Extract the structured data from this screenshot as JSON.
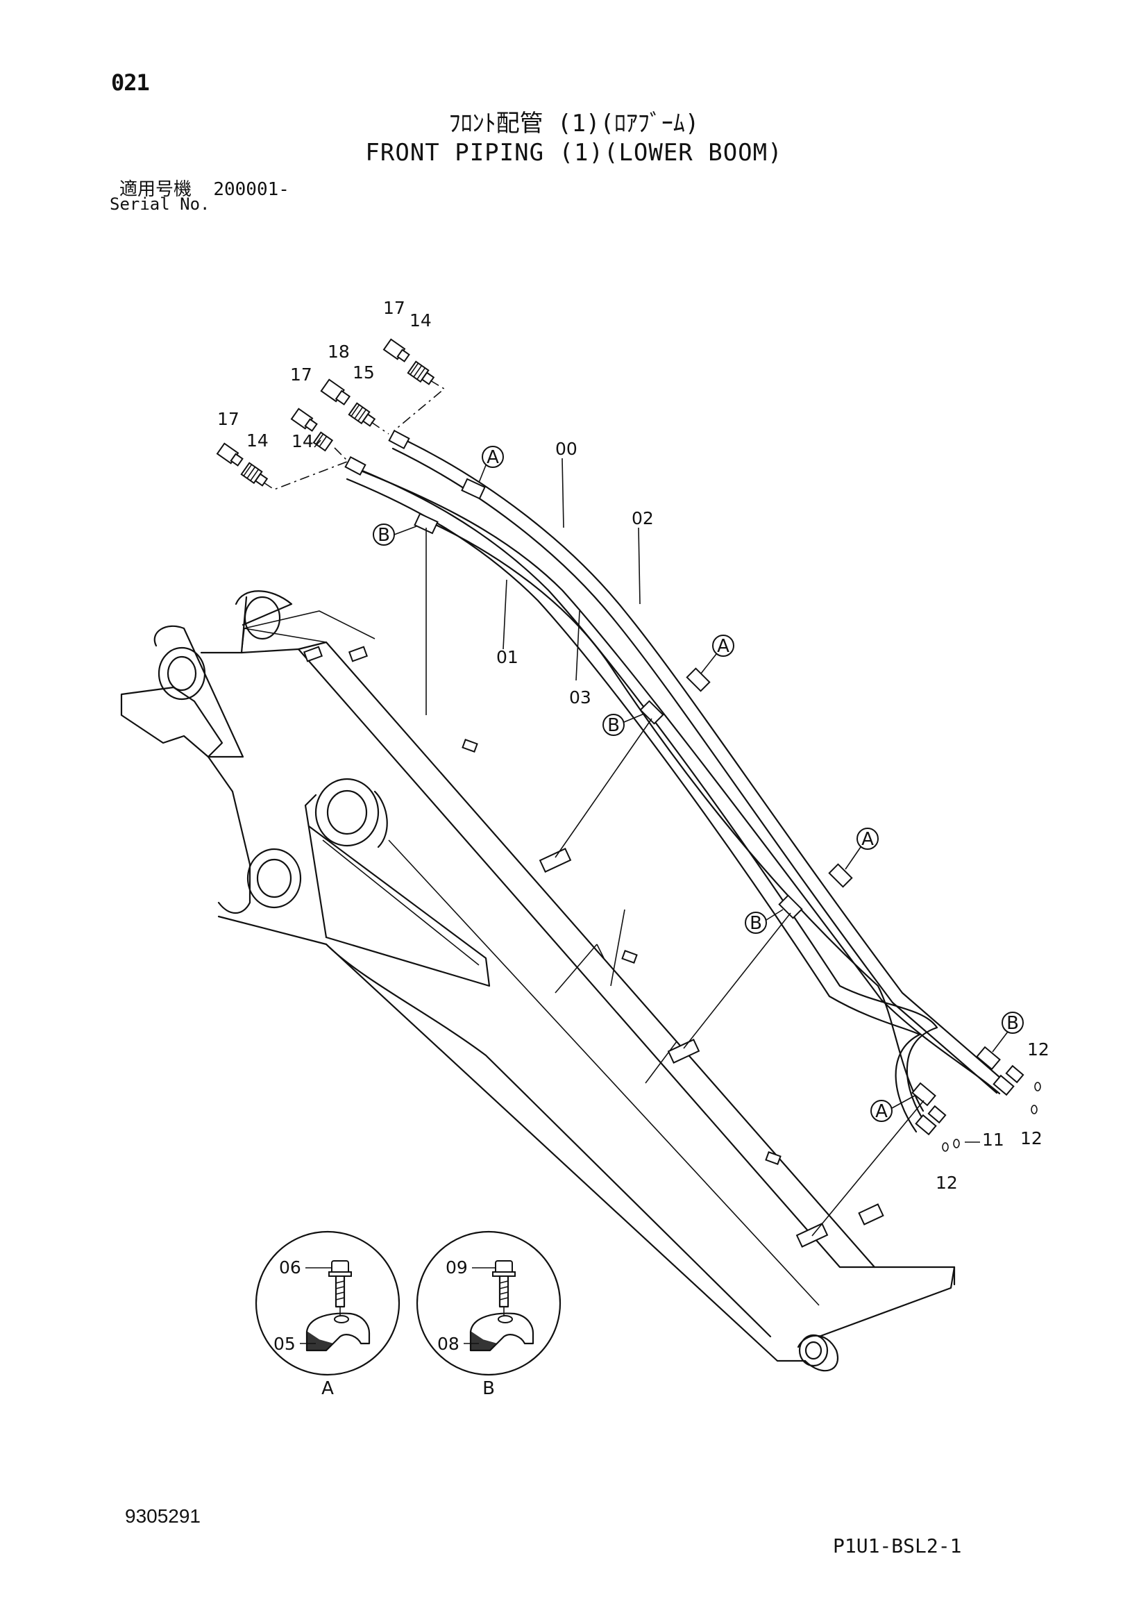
{
  "header": {
    "page_number": "021",
    "title_jp": "ﾌﾛﾝﾄ配管 (1)(ﾛｱﾌﾞｰﾑ)",
    "title_en": "FRONT PIPING (1)(LOWER BOOM)",
    "serial_label_jp": "適用号機",
    "serial_value": "200001-",
    "serial_label_en": "Serial No."
  },
  "callouts": {
    "p17a": "17",
    "p14a": "14",
    "p18": "18",
    "p15": "15",
    "p17b": "17",
    "p17c": "17",
    "p14b": "14",
    "p14c": "14",
    "p00": "00",
    "p02": "02",
    "p01": "01",
    "p03": "03",
    "p12a": "12",
    "p12b": "12",
    "p11": "11",
    "p12c": "12",
    "p06": "06",
    "p05": "05",
    "p09": "09",
    "p08": "08"
  },
  "clamp_markers": {
    "a": "A",
    "b": "B"
  },
  "detail_views": {
    "a": "A",
    "b": "B"
  },
  "footer": {
    "drawing_number": "9305291",
    "sheet_code": "P1U1-BSL2-1"
  }
}
